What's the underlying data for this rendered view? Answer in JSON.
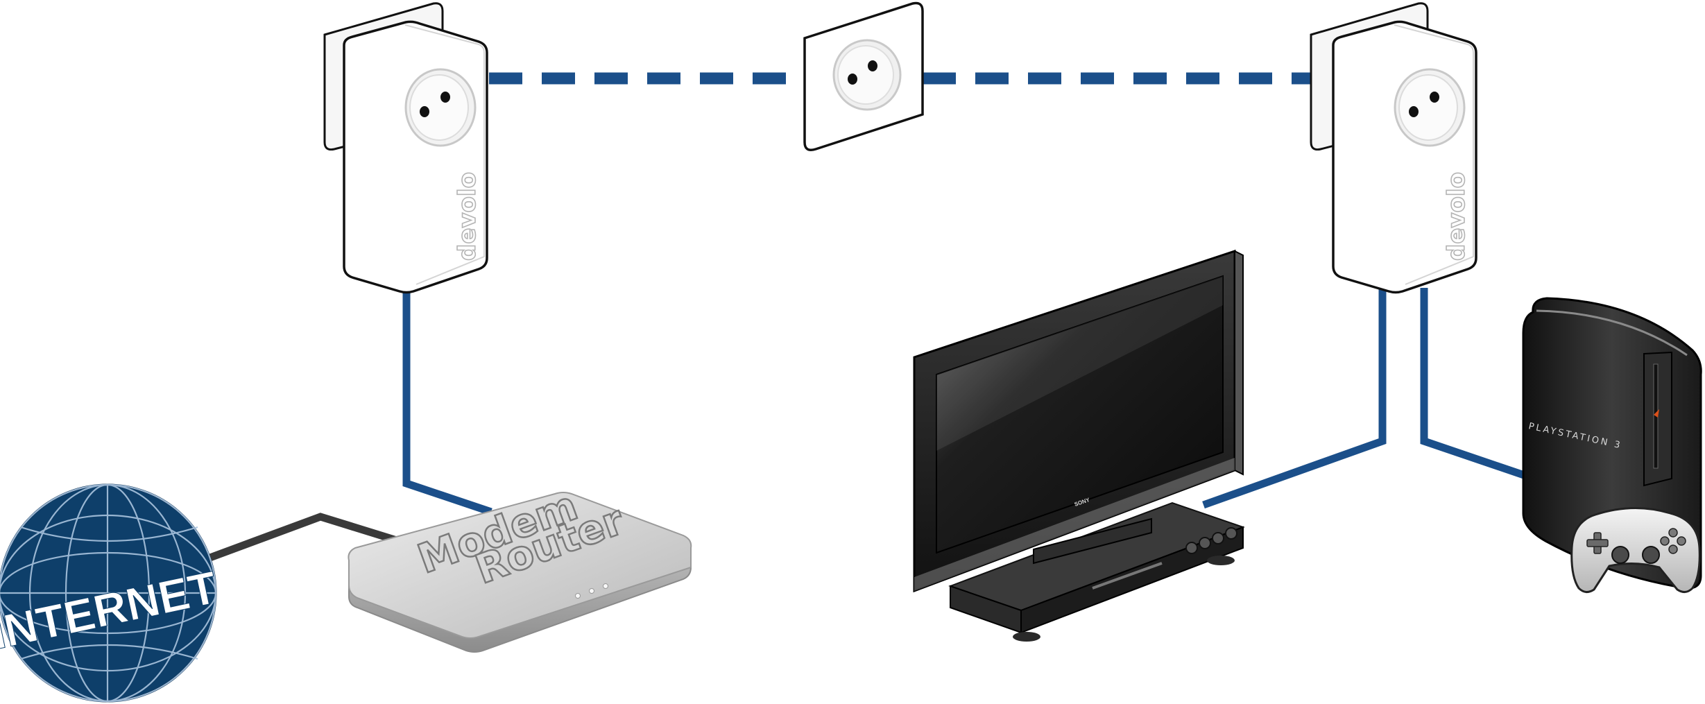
{
  "labels": {
    "globe": "INTERNET",
    "router_line1": "Modem",
    "router_line2": "Router",
    "adapter_brand": "devolo",
    "tv_brand": "SONY",
    "console_brand": "PLAYSTATION 3"
  },
  "colors": {
    "powerline": "#1b4f8a",
    "ethernet": "#1b4f8a",
    "internet_cable": "#3a3a3a",
    "globe": "#0e3f6a",
    "background": "#ffffff"
  },
  "icons": [
    "globe-icon",
    "router-icon",
    "powerline-adapter-icon",
    "wall-socket-icon",
    "tv-icon",
    "game-console-icon",
    "gamepad-icon"
  ]
}
